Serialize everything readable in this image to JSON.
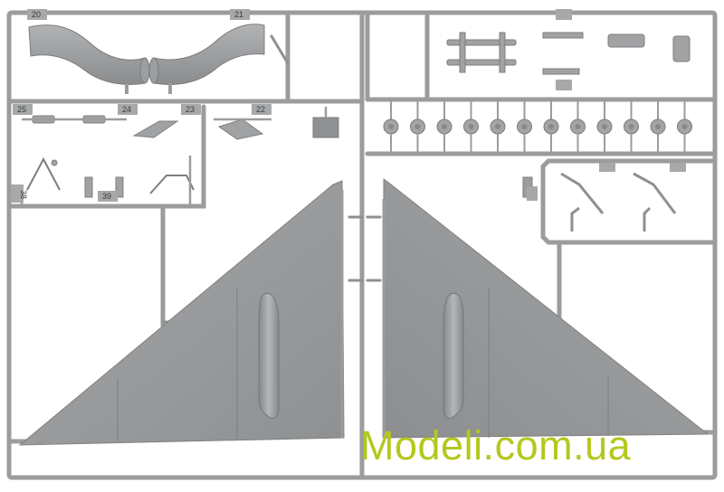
{
  "photo": {
    "subject": "Plastic model kit sprue with aircraft wing halves and small parts",
    "colors": {
      "plastic": "#9a9c9e",
      "plastic_dark": "#7c7e80",
      "plastic_light": "#b3b5b7",
      "background": "#ffffff",
      "watermark": "#b4c81e"
    }
  },
  "part_numbers": [
    "20",
    "21",
    "25",
    "24",
    "23",
    "22",
    "39",
    "38"
  ],
  "watermark": "Modeli.com.ua"
}
